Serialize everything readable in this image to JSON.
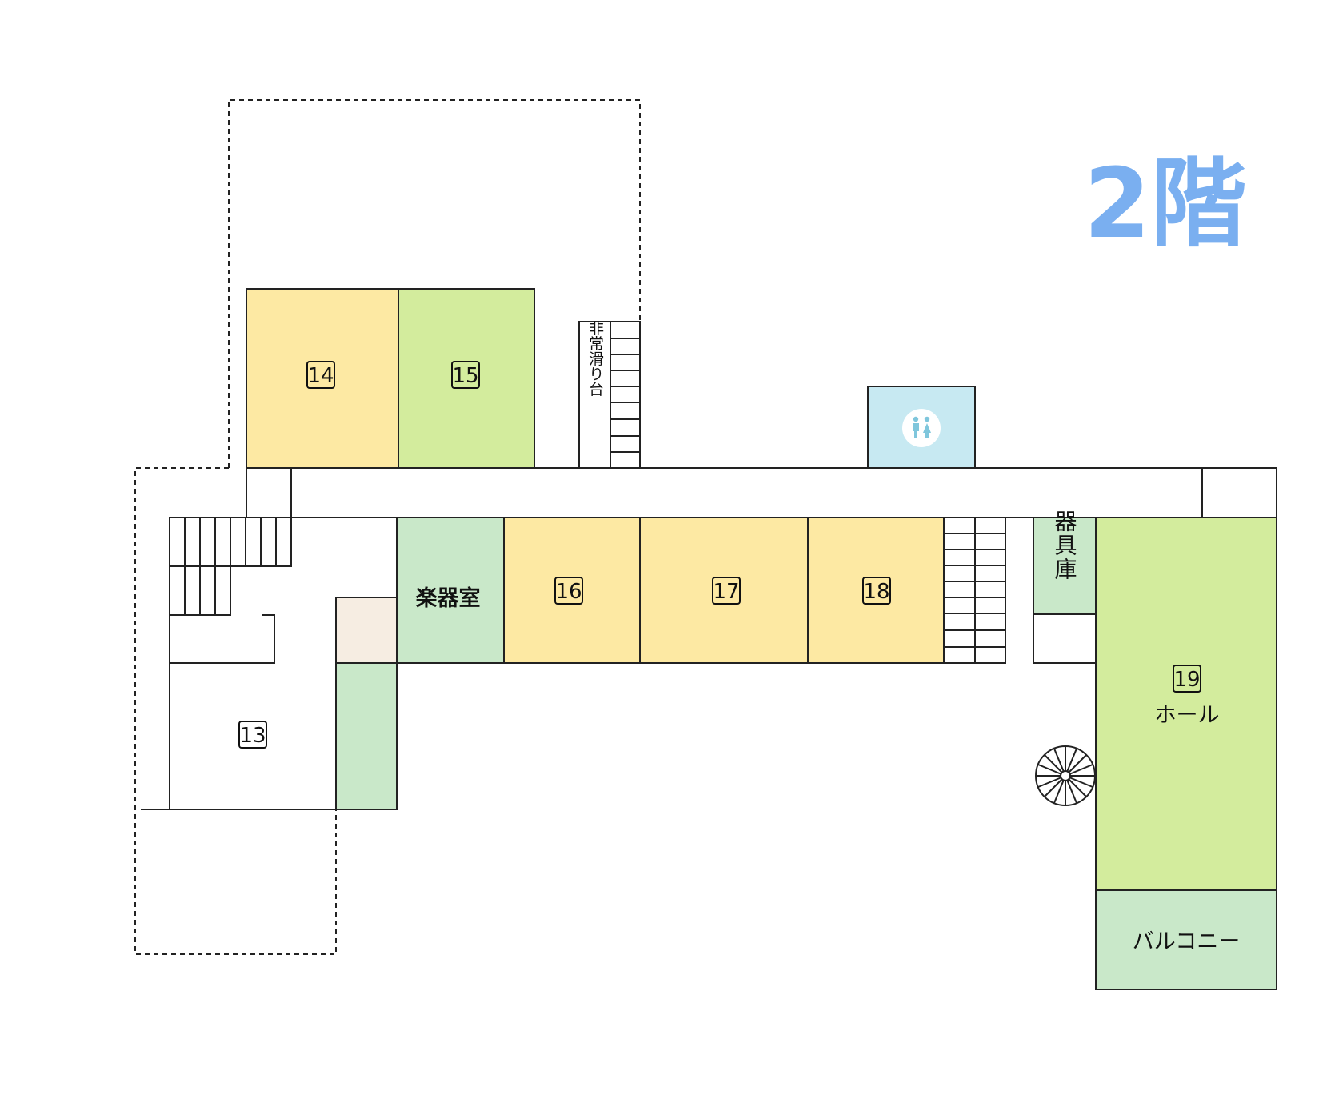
{
  "floor": {
    "title": "2階"
  },
  "colors": {
    "title": "#7aaff0",
    "classroom_yellow": "#fde9a3",
    "classroom_green": "#d3ec9d",
    "storage_green": "#c9e8c9",
    "toilet_blue": "#c7e9f2",
    "beige": "#f6ede2",
    "wall": "#222222"
  },
  "rooms": {
    "r13": "13",
    "r14": "14",
    "r15": "15",
    "r16": "16",
    "r17": "17",
    "r18": "18",
    "r19": "19",
    "hall": "ホール",
    "balcony": "バルコニー",
    "music_storage": "楽器室",
    "equipment_storage": "器具庫",
    "emergency_slide": "非常滑り台"
  },
  "icons": {
    "toilet": "restroom-icon"
  }
}
